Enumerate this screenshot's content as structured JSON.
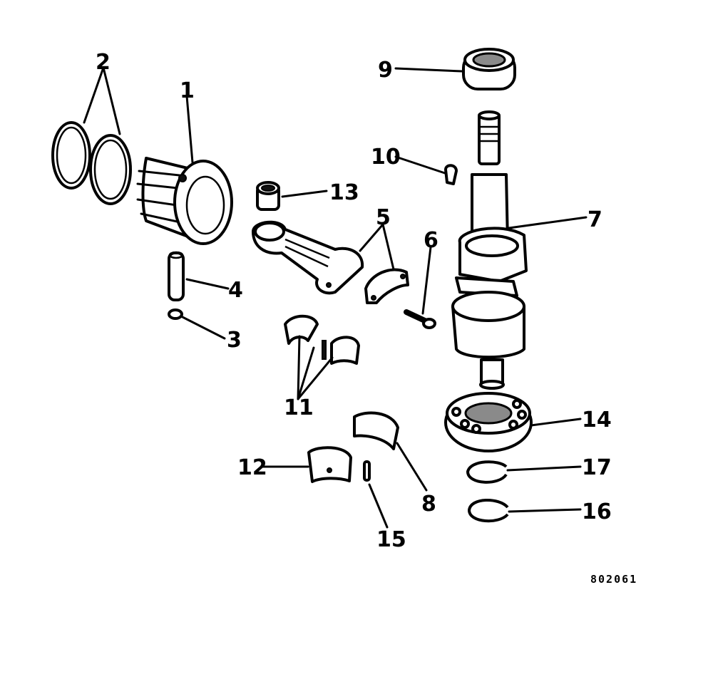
{
  "diagram": {
    "figure_code": "802061",
    "callouts": [
      "1",
      "2",
      "3",
      "4",
      "5",
      "6",
      "7",
      "8",
      "9",
      "10",
      "11",
      "12",
      "13",
      "14",
      "15",
      "16",
      "17"
    ],
    "parts": [
      "piston",
      "piston-rings",
      "retaining-ring",
      "piston-pin",
      "connecting-rod-and-cap",
      "rod-screw",
      "crankshaft",
      "main-bearing-half",
      "upper-needle-bearing",
      "woodruff-key",
      "rod-needle-bearing-cages",
      "center-main-bearing",
      "wrist-pin-bearing",
      "lower-ball-bearing",
      "dowel-pin",
      "retaining-ring-lower",
      "retaining-ring-upper"
    ]
  }
}
